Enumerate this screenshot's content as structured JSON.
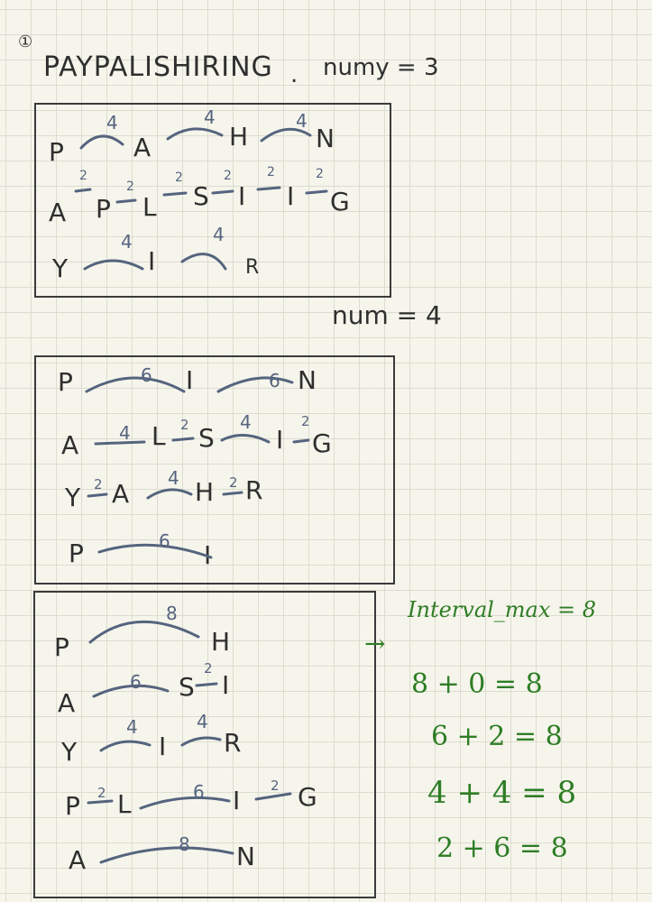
{
  "header": {
    "marker": "①",
    "word": "PAYPALISHIRING",
    "separator": ".",
    "rows_label": "numy = 3"
  },
  "label_num4": "num = 4",
  "section1": {
    "rows": [
      {
        "letters": [
          "P",
          "A",
          "H",
          "N"
        ],
        "gaps": [
          "4",
          "4",
          "4"
        ]
      },
      {
        "letters": [
          "A",
          "P",
          "L",
          "S",
          "I",
          "I",
          "G"
        ],
        "gaps": [
          "2",
          "2",
          "2",
          "2",
          "2",
          "2"
        ]
      },
      {
        "letters": [
          "Y",
          "I",
          "R"
        ],
        "gaps": [
          "4",
          "4"
        ]
      }
    ]
  },
  "section2": {
    "rows": [
      {
        "letters": [
          "P",
          "I",
          "N"
        ],
        "gaps": [
          "6",
          "6"
        ]
      },
      {
        "letters": [
          "A",
          "L",
          "S",
          "I",
          "G"
        ],
        "gaps": [
          "4",
          "2",
          "4",
          "2"
        ]
      },
      {
        "letters": [
          "Y",
          "A",
          "H",
          "R"
        ],
        "gaps": [
          "2",
          "4",
          "2"
        ]
      },
      {
        "letters": [
          "P",
          "I"
        ],
        "gaps": [
          "6"
        ]
      }
    ]
  },
  "section3": {
    "rows": [
      {
        "letters": [
          "P",
          "H"
        ],
        "gaps": [
          "8"
        ]
      },
      {
        "letters": [
          "A",
          "S",
          "I"
        ],
        "gaps": [
          "6",
          "2"
        ]
      },
      {
        "letters": [
          "Y",
          "I",
          "R"
        ],
        "gaps": [
          "4",
          "4"
        ]
      },
      {
        "letters": [
          "P",
          "L",
          "I",
          "G"
        ],
        "gaps": [
          "2",
          "6",
          "2"
        ]
      },
      {
        "letters": [
          "A",
          "N"
        ],
        "gaps": [
          "8"
        ]
      }
    ]
  },
  "notes": {
    "arrow": "→",
    "interval": "Interval_max = 8",
    "eq1": "8 + 0 = 8",
    "eq2": "6 + 2 = 8",
    "eq3": "4 + 4 = 8",
    "eq4": "2 + 6 = 8"
  },
  "colors": {
    "ink": "#2f2f2f",
    "arc": "#55647e",
    "note": "#2e7d25"
  }
}
